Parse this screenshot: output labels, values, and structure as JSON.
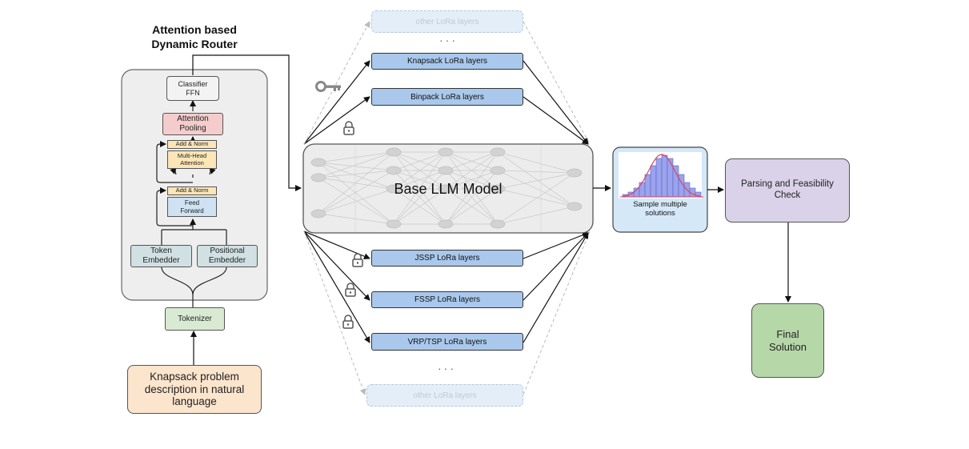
{
  "router": {
    "title_line1": "Attention based",
    "title_line2": "Dynamic Router"
  },
  "transformer": {
    "classifier": "Classifier FFN",
    "attention_pooling": "Attention Pooling",
    "add_norm_top": "Add & Norm",
    "multi_head_attention": "Multi-Head Attention",
    "add_norm_bottom": "Add & Norm",
    "feed_forward": "Feed Forward",
    "token_embedder": "Token Embedder",
    "positional_embedder": "Positional Embedder",
    "tokenizer": "Tokenizer"
  },
  "input": {
    "text": "Knapsack problem description in natural language"
  },
  "lora_layers": {
    "other_top": "other LoRa layers",
    "knapsack": "Knapsack LoRa layers",
    "binpack": "Binpack LoRa layers",
    "jssp": "JSSP LoRa layers",
    "fssp": "FSSP LoRa layers",
    "vrp_tsp": "VRP/TSP LoRa layers",
    "other_bottom": "other LoRa layers",
    "ellipsis": "···"
  },
  "base_model": {
    "label": "Base LLM Model"
  },
  "sampler": {
    "label": "Sample multiple solutions"
  },
  "parsing": {
    "label": "Parsing and Feasibility Check"
  },
  "final": {
    "label": "Final Solution"
  },
  "colors": {
    "attention_pooling": "#f4cccc",
    "add_norm": "#fce5b6",
    "feed_forward": "#cfe2f3",
    "embedder": "#d0e0e3",
    "tokenizer": "#d9ead3",
    "input": "#fce5cd",
    "lora": "#a9c8ec",
    "sampler_bg": "#d5e8f8",
    "parsing": "#d9d2e9",
    "final": "#b6d7a8",
    "histogram": "#9aa3ec"
  },
  "icons": [
    "key-icon",
    "lock-icon"
  ]
}
